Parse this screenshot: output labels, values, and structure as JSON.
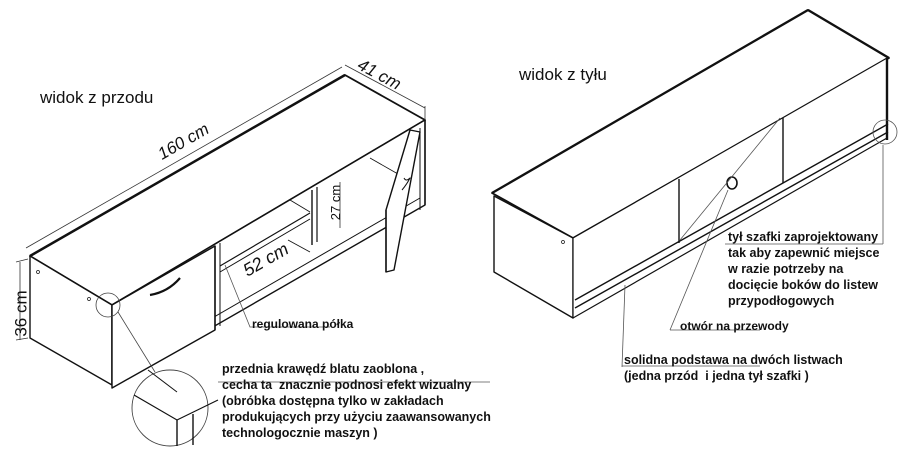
{
  "front_view": {
    "title": "widok z przodu",
    "dimensions": {
      "width": "160 cm",
      "depth": "41 cm",
      "height": "36 cm",
      "shelf_width": "52 cm",
      "compartment_height": "27 cm"
    },
    "callouts": {
      "shelf": "regulowana półka",
      "edge_note": [
        "przednia krawędź blatu zaoblona ,",
        "cecha ta  znacznie podnosi efekt wizualny",
        "(obróbka dostępna tylko w zakładach",
        "produkujących przy użyciu zaawansowanych",
        "technologocznie maszyn )"
      ]
    }
  },
  "back_view": {
    "title": "widok z tyłu",
    "callouts": {
      "back_note": [
        "tył szafki zaprojektowany",
        "tak aby zapewnić miejsce",
        "w razie potrzeby na",
        "docięcie boków do listew",
        "przypodłogowych"
      ],
      "cable_hole": "otwór na przewody",
      "base_note": [
        "solidna podstawa na dwóch listwach",
        "(jedna przód  i jedna tył szafki )"
      ]
    }
  },
  "colors": {
    "line": "#111111",
    "leader": "#555555",
    "background": "#ffffff"
  }
}
